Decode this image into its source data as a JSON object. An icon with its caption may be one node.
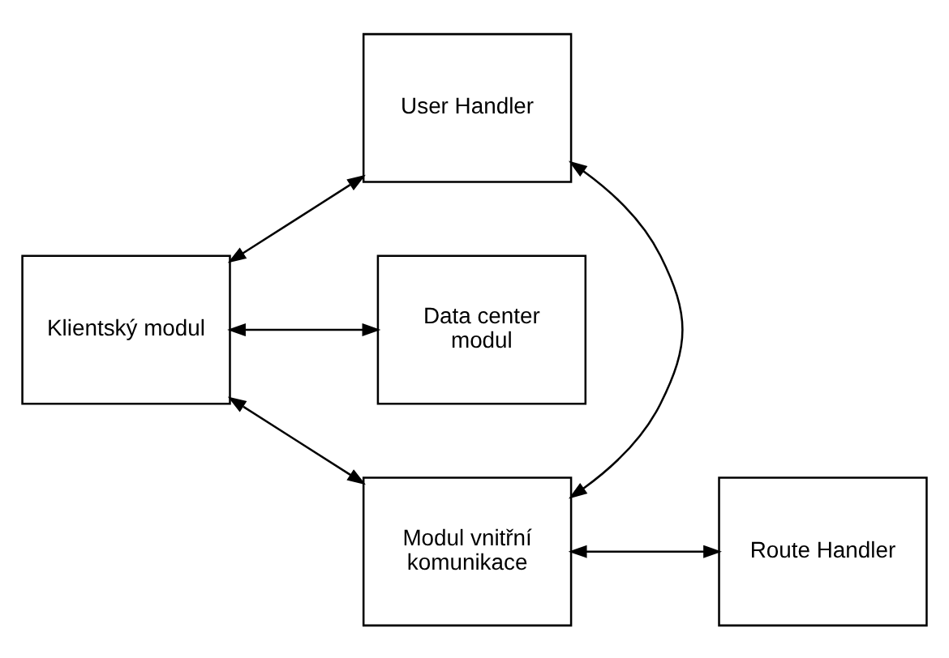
{
  "diagram": {
    "nodes": [
      {
        "text": [
          "User Handler"
        ]
      },
      {
        "text": [
          "Klientský modul"
        ]
      },
      {
        "text": [
          "Data center modul"
        ]
      },
      {
        "text": [
          "Modul vnitřní komunikace"
        ]
      },
      {
        "text": [
          "Route Handler"
        ]
      }
    ],
    "edges": [
      {
        "from": 0,
        "to": 1,
        "arrow": "both"
      },
      {
        "from": 0,
        "to": 3,
        "arrow": "both"
      },
      {
        "from": 1,
        "to": 3,
        "arrow": "both"
      },
      {
        "from": 1,
        "to": 2,
        "arrow": "both"
      },
      {
        "from": 3,
        "to": 4,
        "arrow": "both"
      }
    ]
  }
}
